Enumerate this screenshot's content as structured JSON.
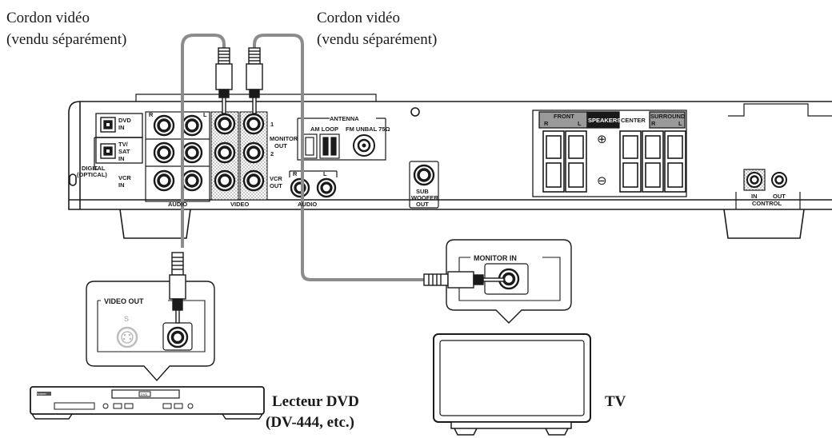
{
  "captions": {
    "cable_left": [
      "Cordon vidéo",
      "(vendu séparément)"
    ],
    "cable_right": [
      "Cordon vidéo",
      "(vendu séparément)"
    ],
    "dvd_player": [
      "Lecteur DVD",
      "(DV-444, etc.)"
    ],
    "tv": "TV"
  },
  "receiver": {
    "digital_dvd": [
      "DVD",
      "IN"
    ],
    "digital_tv": [
      "TV/",
      "SAT",
      "IN"
    ],
    "digital_group": [
      "DIGITAL",
      "(OPTICAL)"
    ],
    "vcr_in": [
      "VCR",
      "IN"
    ],
    "audio": "AUDIO",
    "video": "VIDEO",
    "audio2": "AUDIO",
    "r": "R",
    "l": "L",
    "monitor_out": [
      "MONITOR",
      "OUT"
    ],
    "monitor_1": "1",
    "monitor_2": "2",
    "vcr_out": [
      "VCR",
      "OUT"
    ],
    "antenna": "ANTENNA",
    "am_loop": "AM LOOP",
    "fm_unbal": "FM UNBAL 75Ω",
    "sub_woofer": [
      "SUB",
      "WOOFER",
      "OUT"
    ],
    "speakers": "SPEAKERS",
    "front": "FRONT",
    "center": "CENTER",
    "surround": "SURROUND",
    "plus": "⊕",
    "minus": "⊖",
    "control_in": "IN",
    "control_out": "OUT",
    "control": "CONTROL"
  },
  "callouts": {
    "video_out": "VIDEO OUT",
    "s_label": "S",
    "monitor_in": "MONITOR IN"
  },
  "dvd_panel": {
    "brand": "Pioneer",
    "dvd_logo": "DVD"
  },
  "colors": {
    "line": "#1a1a1a",
    "cable": "#8c8c8c",
    "gray_port": "#bdbdbd"
  }
}
